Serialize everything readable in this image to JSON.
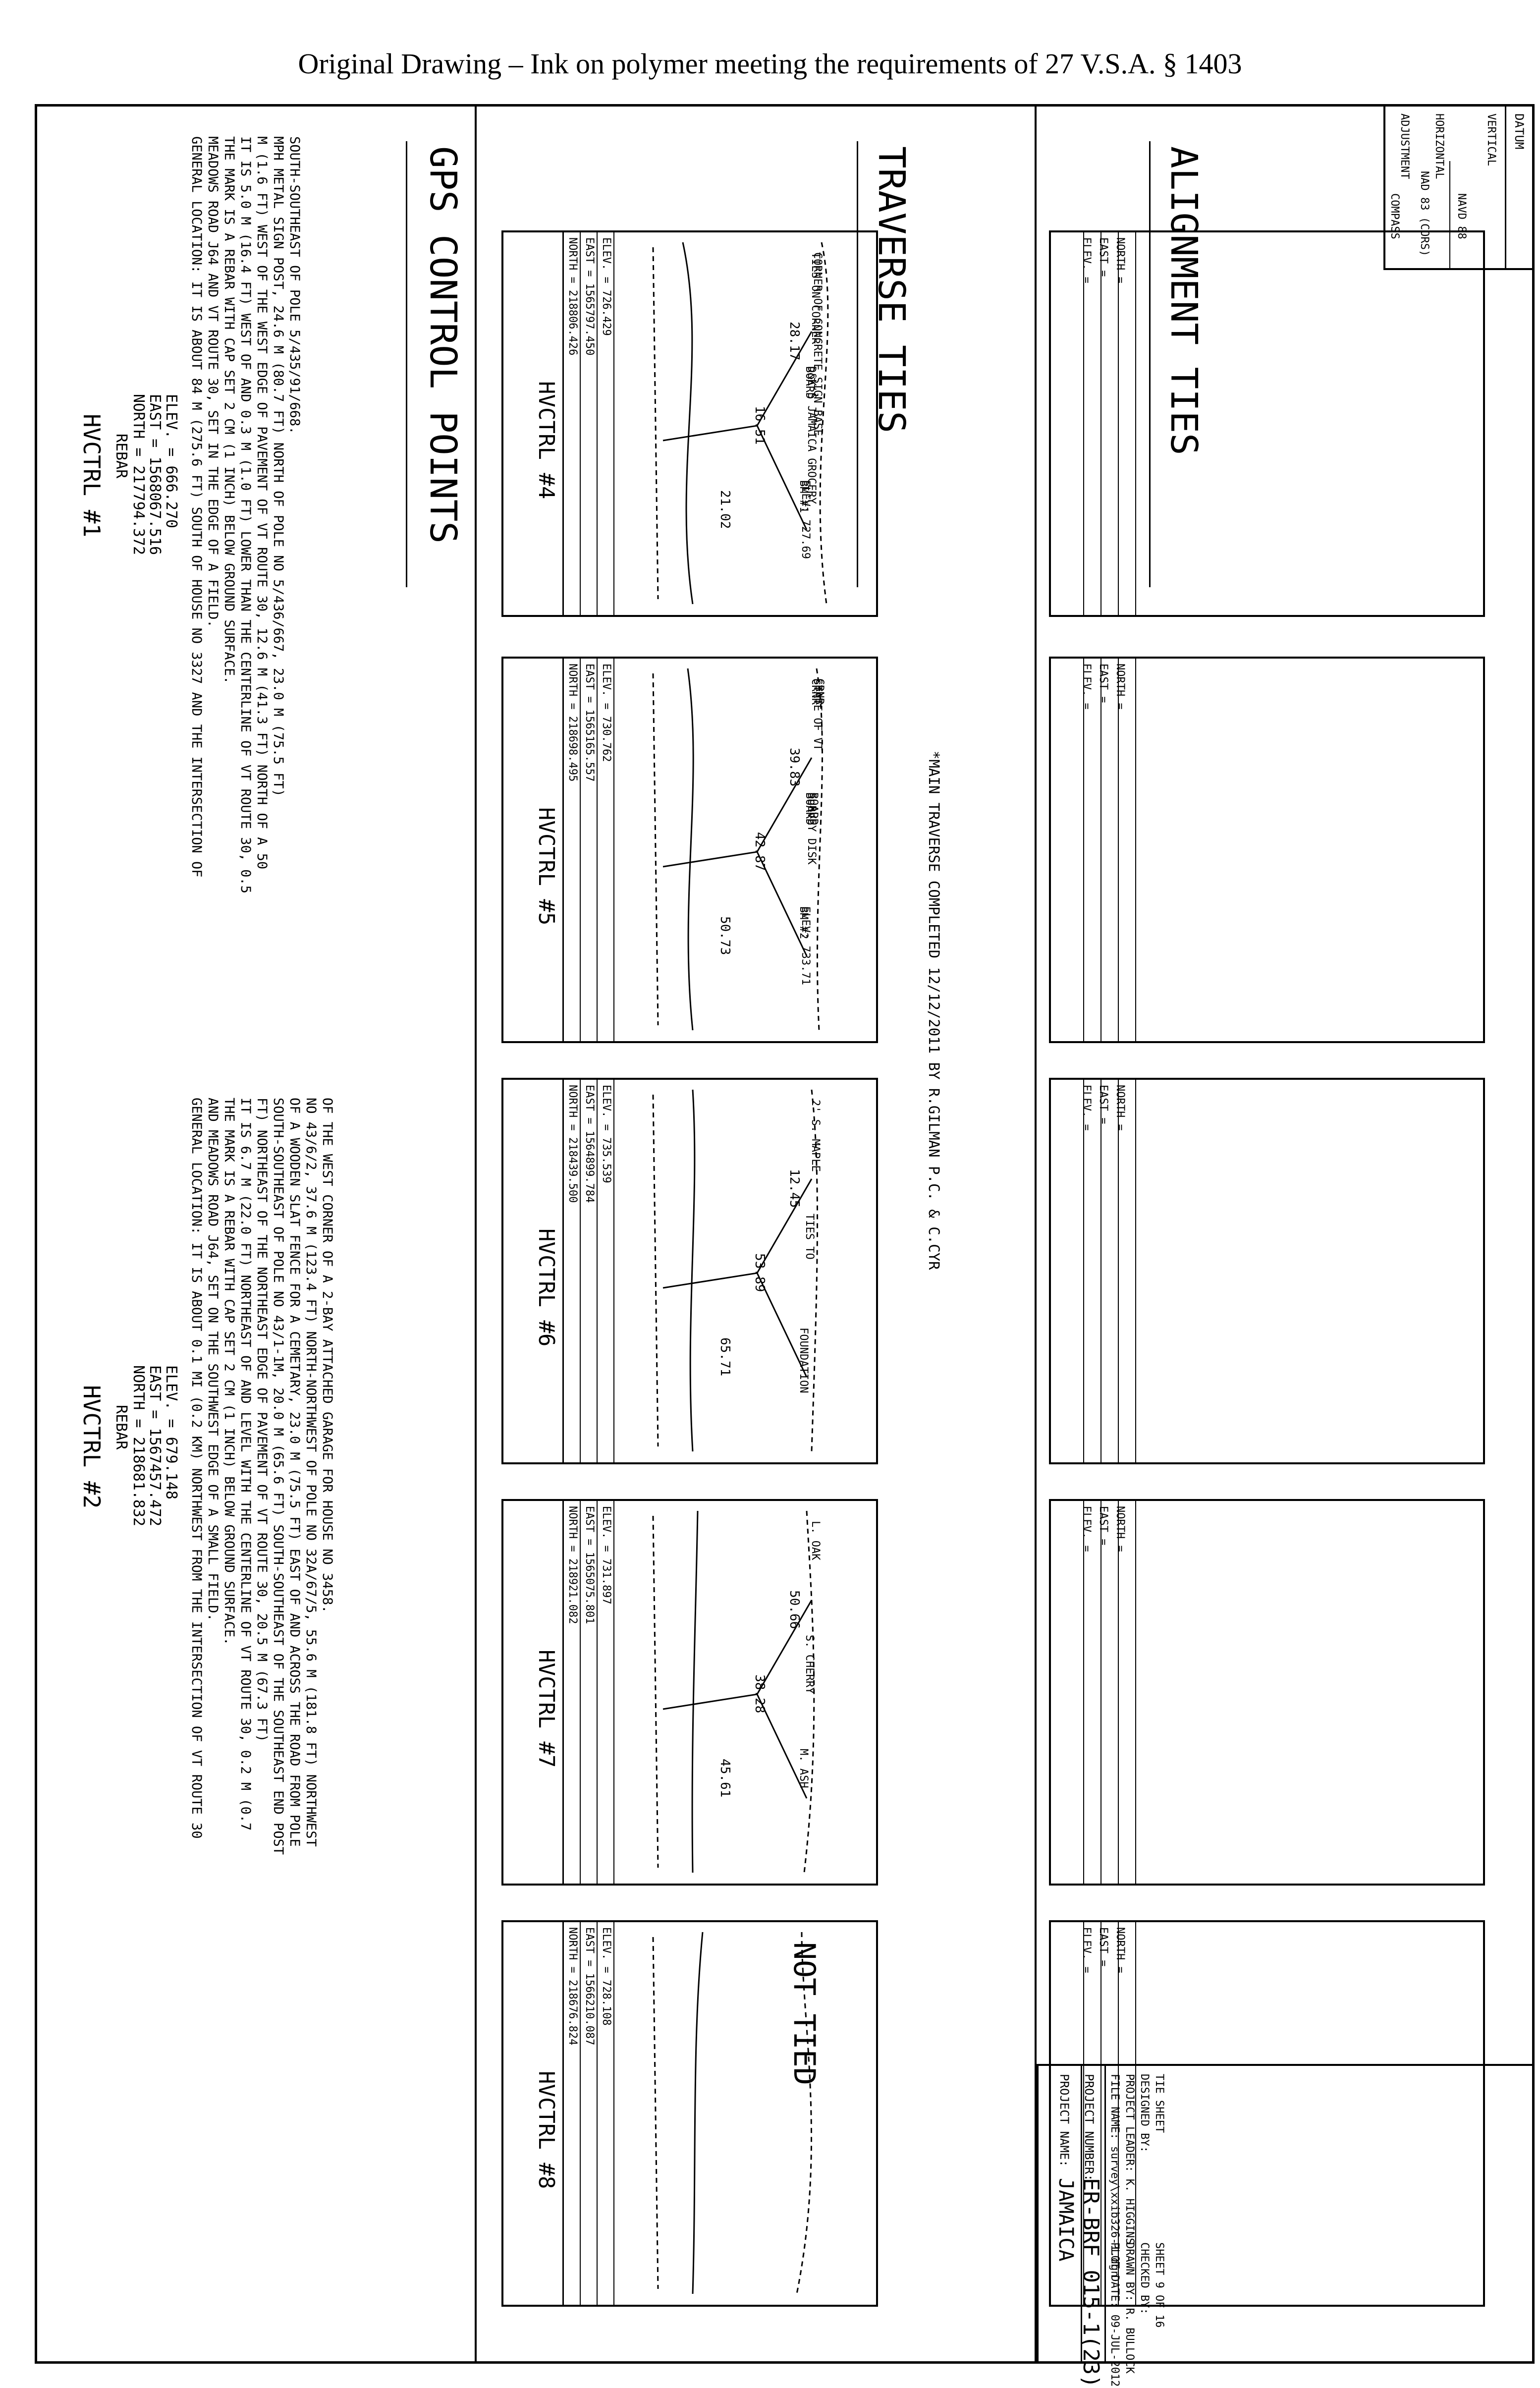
{
  "header": "Original Drawing – Ink on polymer meeting the requirements of 27 V.S.A. § 1403",
  "datum": {
    "title": "DATUM",
    "rows": [
      {
        "label": "VERTICAL",
        "value": "NAVD 88"
      },
      {
        "label": "HORIZONTAL",
        "value": "NAD 83 (CORS)"
      },
      {
        "label": "ADJUSTMENT",
        "value": "COMPASS"
      }
    ]
  },
  "sections": {
    "alignment": "ALIGNMENT TIES",
    "traverse": "TRAVERSE TIES",
    "gps": "GPS CONTROL POINTS"
  },
  "coord_labels": {
    "north": "NORTH =",
    "east": "EAST =",
    "elev": "ELEV. ="
  },
  "traverse_panels": [
    {
      "title": "HVCTRL #4",
      "north": "NORTH = 218806.426",
      "east": "EAST = 1565797.450",
      "elev": "ELEV. = 726.429",
      "notes": [
        "TIES ON CORNER",
        "BOARD",
        "BM #1",
        "CORNER OF CONCRETE SIGN BASE",
        "D&K'S JAMAICA GROCERY",
        "ELEV: 727.69"
      ],
      "dims": [
        "28.17",
        "16.51",
        "21.02"
      ]
    },
    {
      "title": "HVCTRL #5",
      "north": "NORTH = 218698.495",
      "east": "EAST = 1565165.557",
      "elev": "ELEV. = 730.762",
      "notes": [
        "CRNR",
        "BOARD",
        "BM #2",
        "STATE OF VT",
        "SURVEY DISK",
        "ELEV: 733.71",
        "CRNR",
        "BOARD"
      ],
      "dims": [
        "39.83",
        "42.87",
        "50.73"
      ]
    },
    {
      "title": "HVCTRL #6",
      "north": "NORTH = 218439.500",
      "east": "EAST = 1564899.784",
      "elev": "ELEV. = 735.539",
      "notes": [
        "2' S. MAPLE",
        "TIES TO",
        "FOUNDATION"
      ],
      "dims": [
        "12.45",
        "53.89",
        "65.71"
      ]
    },
    {
      "title": "HVCTRL #7",
      "north": "NORTH = 218921.082",
      "east": "EAST = 1565075.801",
      "elev": "ELEV. = 731.897",
      "notes": [
        "L. OAK",
        "S. CHERRY",
        "M. ASH"
      ],
      "dims": [
        "50.66",
        "38.28",
        "45.61"
      ]
    },
    {
      "title": "HVCTRL #8",
      "north": "NORTH = 218676.824",
      "east": "EAST = 1566210.087",
      "elev": "ELEV. = 728.108",
      "notes": [
        "NOT TIED"
      ],
      "dims": []
    }
  ],
  "traverse_note": "*MAIN TRAVERSE COMPLETED 12/12/2011 BY R.GILMAN P.C. & C.CYR",
  "gps_points": [
    {
      "title": "HVCTRL #1",
      "type": "REBAR",
      "north": "NORTH = 217794.372",
      "east": "EAST = 1568067.516",
      "elev": "ELEV. = 666.270",
      "desc": [
        "GENERAL LOCATION: IT IS ABOUT 84 M (275.6 FT) SOUTH OF HOUSE NO 3327 AND THE INTERSECTION OF",
        "MEADOWS ROAD J64 AND VT ROUTE 30, SET IN THE EDGE OF A FIELD.",
        "THE MARK IS A REBAR WITH CAP SET 2 CM (1 INCH) BELOW GROUND SURFACE.",
        "IT IS 5.0 M (16.4 FT) WEST OF AND 0.3 M (1.0 FT) LOWER THAN THE CENTERLINE OF VT ROUTE 30, 0.5",
        "M (1.6 FT) WEST OF THE WEST EDGE OF PAVEMENT OF VT ROUTE 30, 12.6 M (41.3 FT) NORTH OF A 50",
        "MPH METAL SIGN POST, 24.6 M (80.7 FT) NORTH OF POLE NO 5/436/667, 23.0 M (75.5 FT)",
        "SOUTH-SOUTHEAST OF POLE 5/435/91/668."
      ]
    },
    {
      "title": "HVCTRL #2",
      "type": "REBAR",
      "north": "NORTH = 218681.832",
      "east": "EAST = 1567457.472",
      "elev": "ELEV. = 679.148",
      "desc": [
        "GENERAL LOCATION: IT IS ABOUT 0.1 MI (0.2 KM) NORTHWEST FROM THE INTERSECTION OF VT ROUTE 30",
        "AND MEADOWS ROAD J64, SET ON THE SOUTHWEST EDGE OF A SMALL FIELD.",
        "THE MARK IS A REBAR WITH CAP SET 2 CM (1 INCH) BELOW GROUND SURFACE.",
        "IT IS 6.7 M (22.0 FT) NORTHEAST OF AND LEVEL WITH THE CENTERLINE OF VT ROUTE 30, 0.2 M (0.7",
        "FT) NORTHEAST OF THE NORTHEAST EDGE OF PAVEMENT OF VT ROUTE 30, 20.5 M (67.3 FT)",
        "SOUTH-SOUTHEAST OF POLE NO 43/1-1M, 20.0 M (65.6 FT) SOUTH-SOUTHEAST OF THE SOUTHEAST END POST",
        "OF A WOODEN SLAT FENCE FOR A CEMETARY, 23.0 M (75.5 FT) EAST OF AND ACROSS THE ROAD FROM POLE",
        "NO 43/6/2, 37.6 M (123.4 FT) NORTH-NORTHWEST OF POLE NO 32A/67/5, 55.6 M (181.8 FT) NORTHWEST",
        "OF THE WEST CORNER OF A 2-BAY ATTACHED GARAGE FOR HOUSE NO 3458."
      ]
    }
  ],
  "title_block": {
    "project_name_label": "PROJECT NAME:",
    "project_name": "JAMAICA",
    "project_number_label": "PROJECT NUMBER:",
    "project_number": "ER-BRF 015-1(23)",
    "file_name": "FILE NAME: survey\\xxib326-1.dgn",
    "plot_date": "PLOT DATE: 09-JUL-2012",
    "project_leader": "PROJECT LEADER: K. HIGGINS",
    "drawn_by": "DRAWN BY:  R. BULLOCK",
    "designed_by": "DESIGNED BY:",
    "checked_by": "CHECKED BY:",
    "sheet_name": "TIE SHEET",
    "sheet_no": "SHEET 9    OF 16"
  }
}
